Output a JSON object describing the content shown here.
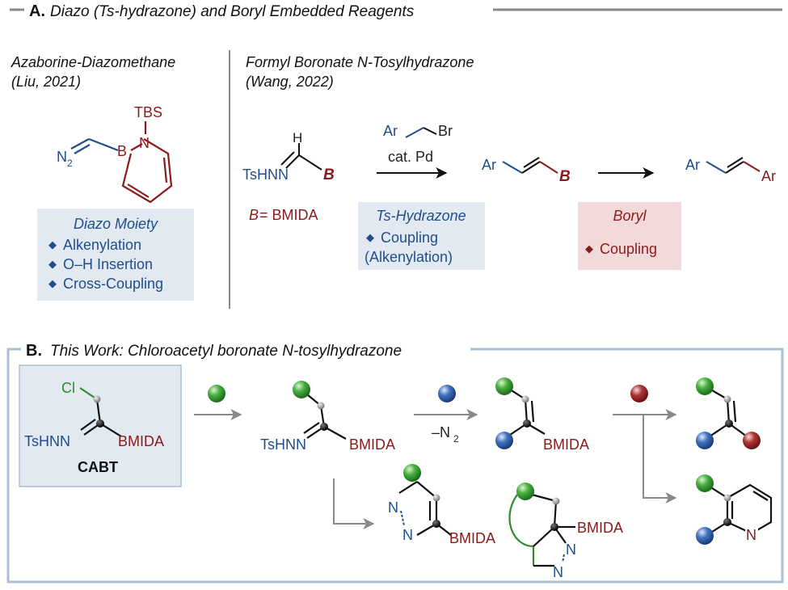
{
  "section_a": {
    "letter": "A.",
    "title": "Diazo (Ts-hydrazone) and Boryl Embedded Reagents",
    "left": {
      "name": "Azaborine-Diazomethane",
      "citation": "(Liu, 2021)",
      "atoms": {
        "tbs": "TBS",
        "n": "N",
        "b": "B",
        "n2": "N",
        "n2_sub": "2"
      },
      "box_title": "Diazo Moiety",
      "box_items": [
        "Alkenylation",
        "O–H Insertion",
        "Cross-Coupling"
      ]
    },
    "right": {
      "name": "Formyl Boronate N-Tosylhydrazone",
      "citation": "(Wang, 2022)",
      "h": "H",
      "tshnn": "TsHNN",
      "b_symbol": "B",
      "b_def_symbol": "B",
      "b_def_rest": " = BMIDA",
      "reagent_ar": "Ar",
      "reagent_br": "Br",
      "reagent_cond": "cat. Pd",
      "product1_ar": "Ar",
      "product1_b": "B",
      "product2_ar1": "Ar",
      "product2_ar2": "Ar",
      "ts_box_title": "Ts-Hydrazone",
      "ts_box_item1": "Coupling",
      "ts_box_item2": "(Alkenylation)",
      "boryl_box_title": "Boryl",
      "boryl_box_item": "Coupling"
    }
  },
  "section_b": {
    "letter": "B.",
    "title": "This Work: Chloroacetyl boronate N-tosylhydrazone",
    "cabt": {
      "cl": "Cl",
      "tshnn": "TsHNN",
      "bmida": "BMIDA",
      "label": "CABT"
    },
    "int1": {
      "tshnn": "TsHNN",
      "bmida": "BMIDA"
    },
    "step2_cond_pre": "–N",
    "step2_cond_sub": "2",
    "alkene_bmida": "BMIDA",
    "pyrazole": {
      "n1": "N",
      "n2": "N",
      "bmida": "BMIDA"
    },
    "bicyclic": {
      "bmida": "BMIDA",
      "n1": "N",
      "n2": "N"
    },
    "pyridine_n": "N"
  },
  "colors": {
    "blue_text": "#1f4e8c",
    "red_text": "#8b1a1a",
    "green_text": "#2e8b2e",
    "box_blue": "#e2e9f0",
    "box_red": "#f3dada",
    "frame": "#a9bfd4",
    "sphere_green": "#3aa83a",
    "sphere_blue": "#3c6db0",
    "sphere_red": "#a02828"
  }
}
